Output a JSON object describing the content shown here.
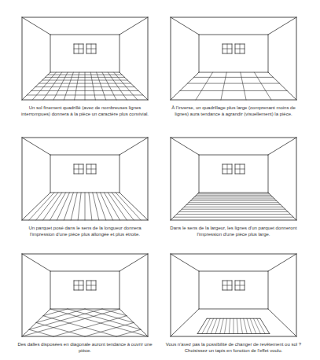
{
  "diagram": {
    "labels": [
      "Un sol finement quadrillé (avec de nombreuses lignes interrompues) donnera à la pièce un caractère plus convivial.",
      "À l'inverse, un quadrillage plus large (comprenant moins de lignes) aura tendance à agrandir (visuellement) la pièce.",
      "Un parquet posé dans le sens de la longueur donnera l'impression d'une pièce plus allongée et plus étroite.",
      "Dans le sens de la largeur, les lignes d'un parquet donneront l'impression d'une pièce plus large.",
      "Des dalles disposées en diagonale auront tendance à ouvrir une pièce.",
      "Vous n'avez pas la possibilité de changer de revêtement ou sol ? Choisissez un tapis en fonction de l'effet voulu."
    ]
  }
}
